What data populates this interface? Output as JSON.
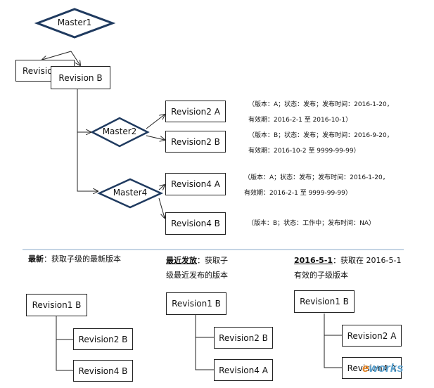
{
  "master1": "Master1",
  "revision_a_partial": "Revision A",
  "revision_b": "Revision B",
  "master2": "Master2",
  "master4": "Master4",
  "rev2a": "Revision2 A",
  "rev2b": "Revision2 B",
  "rev4a": "Revision4 A",
  "rev4b": "Revision4 B",
  "notes": {
    "rev2a_l1": "（版本：A；状态：发布；发布时间：2016-1-20，",
    "rev2a_l2": "有效期：2016-2-1 至 2016-10-1）",
    "rev2b_l1": "（版本：B；状态：发布；发布时间：2016-9-20，",
    "rev2b_l2": "有效期：2016-10-2 至 9999-99-99）",
    "rev4a_l1": "（版本：A；状态：发布；发布时间：2016-1-20，",
    "rev4a_l2": "有效期：2016-2-1 至 9999-99-99）",
    "rev4b_l1": "（版本：B；状态：工作中；发布时间：NA）"
  },
  "rules": {
    "latest_key": "最新",
    "latest_text": "：获取子级的最新版本",
    "recent_key": "最近发放",
    "recent_text": "：获取子",
    "recent_text2": "级最近发布的版本",
    "date_key": "2016-5-1",
    "date_text": "：获取在  2016-5-1",
    "date_text2": "有效的子级版本"
  },
  "scenarios": {
    "latest": {
      "parent": "Revision1 B",
      "child1": "Revision2 B",
      "child2": "Revision4 B"
    },
    "recent": {
      "parent": "Revision1 B",
      "child1": "Revision2 B",
      "child2": "Revision4 A"
    },
    "dated": {
      "parent": "Revision1 B",
      "child1": "Revision2 A",
      "child2": "Revision4 A"
    }
  },
  "watermark": {
    "part1": "e",
    "part2": "works"
  },
  "colors": {
    "diamond_stroke": "#1f3a5f",
    "line": "#222222",
    "divider": "#8aa9c8"
  }
}
